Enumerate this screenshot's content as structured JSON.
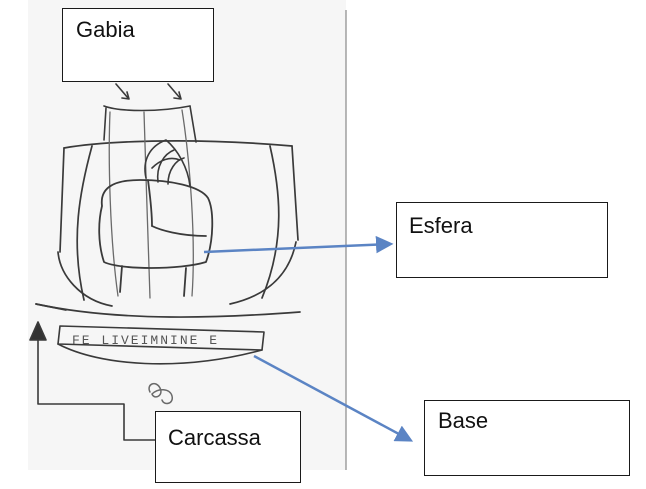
{
  "labels": {
    "gabia": "Gabia",
    "esfera": "Esfera",
    "carcassa": "Carcassa",
    "base": "Base"
  },
  "colors": {
    "arrow": "#5b84c4",
    "ink": "#3a3a3a",
    "paper": "#f6f6f6"
  }
}
